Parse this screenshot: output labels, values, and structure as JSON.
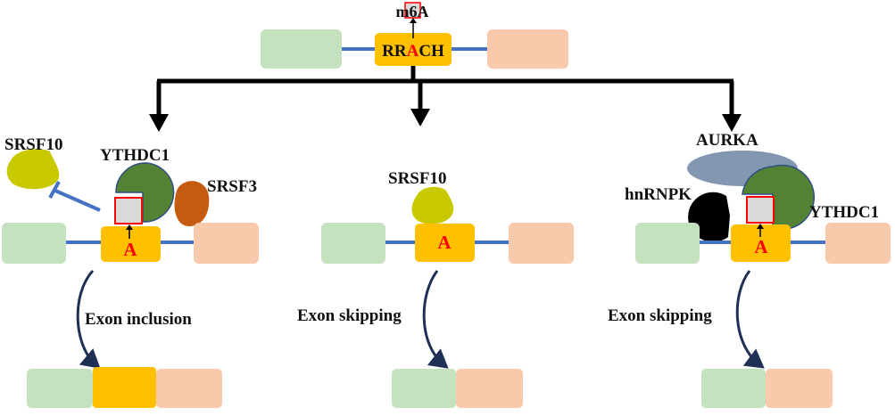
{
  "colors": {
    "exon_left": "#c5e2bf",
    "exon_right": "#f8c9aa",
    "exon_middle": "#ffc000",
    "connector": "#4472c4",
    "arrow": "#000000",
    "curve_arrow": "#1f2f55",
    "red": "#ff0000",
    "ythdc1": "#548235",
    "srsf10": "#c9c900",
    "srsf3": "#c55a11",
    "aurka": "#8497b0",
    "hnrnpk": "#000000",
    "m6a_box": "#d9d9d9"
  },
  "top": {
    "mark": "m6A",
    "motif_prefix": "RR",
    "motif_a": "A",
    "motif_suffix": "CH"
  },
  "left": {
    "srsf10": "SRSF10",
    "ythdc1": "YTHDC1",
    "srsf3": "SRSF3",
    "exon_a": "A",
    "outcome": "Exon inclusion"
  },
  "middle": {
    "srsf10": "SRSF10",
    "exon_a": "A",
    "outcome": "Exon skipping"
  },
  "right": {
    "aurka": "AURKA",
    "hnrnpk": "hnRNPK",
    "ythdc1": "YTHDC1",
    "exon_a": "A",
    "outcome": "Exon skipping"
  }
}
